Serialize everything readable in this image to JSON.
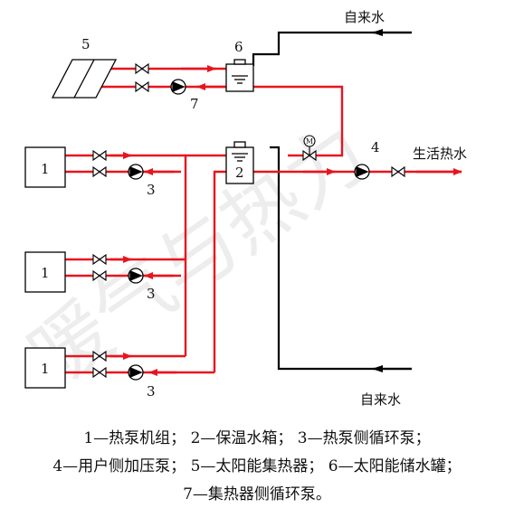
{
  "labels": {
    "water_top": "自来水",
    "water_bottom": "自来水",
    "hot_water": "生活热水",
    "motor": "M",
    "unit_1a": "1",
    "unit_1b": "1",
    "unit_1c": "1",
    "tank_2": "2",
    "pump_3a": "3",
    "pump_3b": "3",
    "pump_3c": "3",
    "pump_4": "4",
    "collector_5": "5",
    "tank_6": "6",
    "pump_7": "7"
  },
  "watermark": "暖气与热力",
  "caption": {
    "line1": "1—热泵机组；   2—保温水箱；   3—热泵侧循环泵；",
    "line2": "4—用户侧加压泵；   5—太阳能集热器；   6—太阳能储水罐；",
    "line3": "7—集热器侧循环泵。"
  },
  "colors": {
    "hot_pipe": "#e8141e",
    "cold_pipe": "#000000"
  }
}
